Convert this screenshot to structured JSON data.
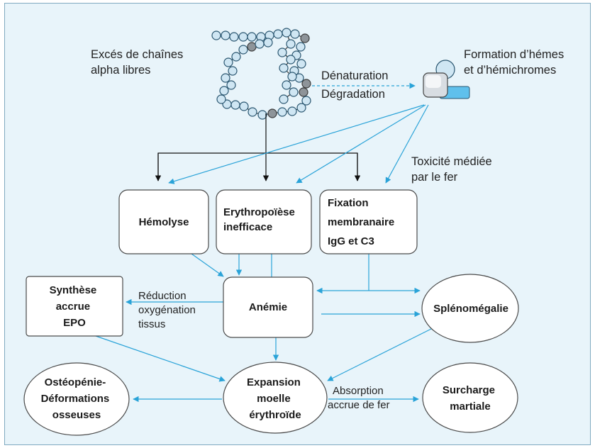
{
  "colors": {
    "background": "#e8f4fa",
    "frame_border": "#7fa9c0",
    "blue_arrow": "#2aa3d8",
    "black_arrow": "#111111",
    "box_fill": "#ffffff"
  },
  "top": {
    "excess_chains": [
      "Excés de chaînes",
      "alpha libres"
    ],
    "formation": [
      "Formation d’hémes",
      "et d’hémichromes"
    ],
    "denaturation": "Dénaturation",
    "degradation": "Dégradation",
    "toxicity": [
      "Toxicité médiée",
      "par le fer"
    ]
  },
  "nodes": {
    "hemolyse": [
      "Hémolyse"
    ],
    "erythropoiese": [
      "Erythropoïèse",
      "inefficace"
    ],
    "fixation": [
      "Fixation",
      "membranaire",
      "IgG et C3"
    ],
    "epo": [
      "Synthèse",
      "accrue",
      "EPO"
    ],
    "anemie": [
      "Anémie"
    ],
    "splenomegalie": [
      "Splénomégalie"
    ],
    "osteopenie": [
      "Ostéopénie-",
      "Déformations",
      "osseuses"
    ],
    "expansion": [
      "Expansion",
      "moelle",
      "érythroïde"
    ],
    "surcharge": [
      "Surcharge",
      "martiale"
    ]
  },
  "edge_labels": {
    "reduction": [
      "Réduction",
      "oxygénation",
      "tissus"
    ],
    "absorption": [
      "Absorption",
      "accrue de fer"
    ]
  }
}
